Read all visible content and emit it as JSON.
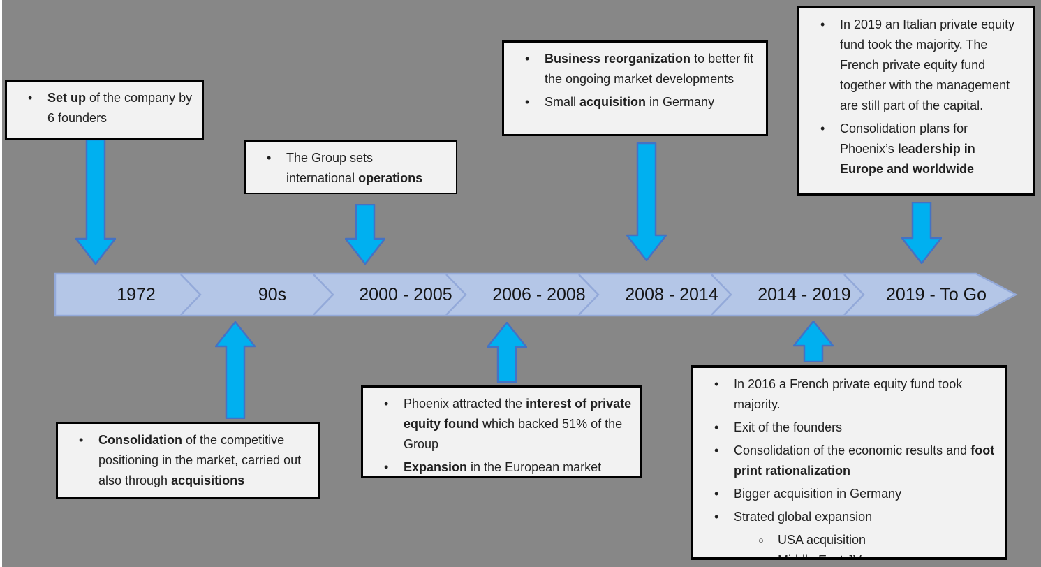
{
  "colors": {
    "page_bg": "#878787",
    "edge_stripe": "#ffffff",
    "box_bg": "#f2f2f2",
    "box_border": "#000000",
    "bar_fill": "#b4c6e7",
    "bar_stroke": "#93a9d9",
    "arrow_fill": "#00b0f0",
    "arrow_stroke": "#4472c4",
    "text": "#1f1f1f"
  },
  "glyphs": {
    "bullet": "•",
    "sub_bullet": "○"
  },
  "timeline": {
    "segments": [
      {
        "label": "1972"
      },
      {
        "label": "90s"
      },
      {
        "label": "2000 - 2005"
      },
      {
        "label": "2006 - 2008"
      },
      {
        "label": "2008 - 2014"
      },
      {
        "label": "2014 - 2019"
      },
      {
        "label": "2019 - To Go"
      }
    ]
  },
  "boxes": {
    "setup": {
      "bullets": [
        {
          "runs": [
            {
              "t": "Set up",
              "b": true
            },
            {
              "t": " of the company by 6 founders",
              "b": false
            }
          ]
        }
      ]
    },
    "consolidation": {
      "bullets": [
        {
          "runs": [
            {
              "t": "Consolidation",
              "b": true
            },
            {
              "t": " of the competitive positioning in the market, carried out also through ",
              "b": false
            },
            {
              "t": "acquisitions",
              "b": true
            }
          ]
        }
      ]
    },
    "group_sets": {
      "bullets": [
        {
          "runs": [
            {
              "t": "The Group sets international ",
              "b": false
            },
            {
              "t": "operations",
              "b": true
            }
          ]
        }
      ]
    },
    "phoenix": {
      "bullets": [
        {
          "runs": [
            {
              "t": "Phoenix attracted the ",
              "b": false
            },
            {
              "t": "interest of private equity found",
              "b": true
            },
            {
              "t": " which backed 51% of the Group",
              "b": false
            }
          ]
        },
        {
          "runs": [
            {
              "t": "Expansion",
              "b": true
            },
            {
              "t": " in the European market",
              "b": false
            }
          ]
        }
      ]
    },
    "reorg": {
      "bullets": [
        {
          "runs": [
            {
              "t": "Business reorganization",
              "b": true
            },
            {
              "t": " to better fit the ongoing market developments",
              "b": false
            }
          ]
        },
        {
          "runs": [
            {
              "t": "Small ",
              "b": false
            },
            {
              "t": "acquisition",
              "b": true
            },
            {
              "t": " in Germany",
              "b": false
            }
          ]
        }
      ]
    },
    "y2016": {
      "bullets": [
        {
          "runs": [
            {
              "t": "In 2016 a French private equity fund took majority.",
              "b": false
            }
          ]
        },
        {
          "runs": [
            {
              "t": "Exit of the founders",
              "b": false
            }
          ]
        },
        {
          "runs": [
            {
              "t": "Consolidation of the economic results and ",
              "b": false
            },
            {
              "t": "foot print rationalization",
              "b": true
            }
          ]
        },
        {
          "runs": [
            {
              "t": "Bigger acquisition in Germany",
              "b": false
            }
          ]
        },
        {
          "runs": [
            {
              "t": "Strated global expansion",
              "b": false
            }
          ]
        }
      ],
      "sub_bullets": [
        {
          "runs": [
            {
              "t": "USA acquisition",
              "b": false
            }
          ]
        },
        {
          "runs": [
            {
              "t": "Middle East JV",
              "b": false
            }
          ]
        }
      ]
    },
    "y2019": {
      "bullets": [
        {
          "runs": [
            {
              "t": "In 2019 an Italian private equity fund took the majority. The French private equity fund together with the management are still part of the capital.",
              "b": false
            }
          ]
        },
        {
          "runs": [
            {
              "t": "Consolidation plans for Phoenix’s ",
              "b": false
            },
            {
              "t": "leadership in Europe and worldwide",
              "b": true
            }
          ]
        }
      ]
    }
  }
}
